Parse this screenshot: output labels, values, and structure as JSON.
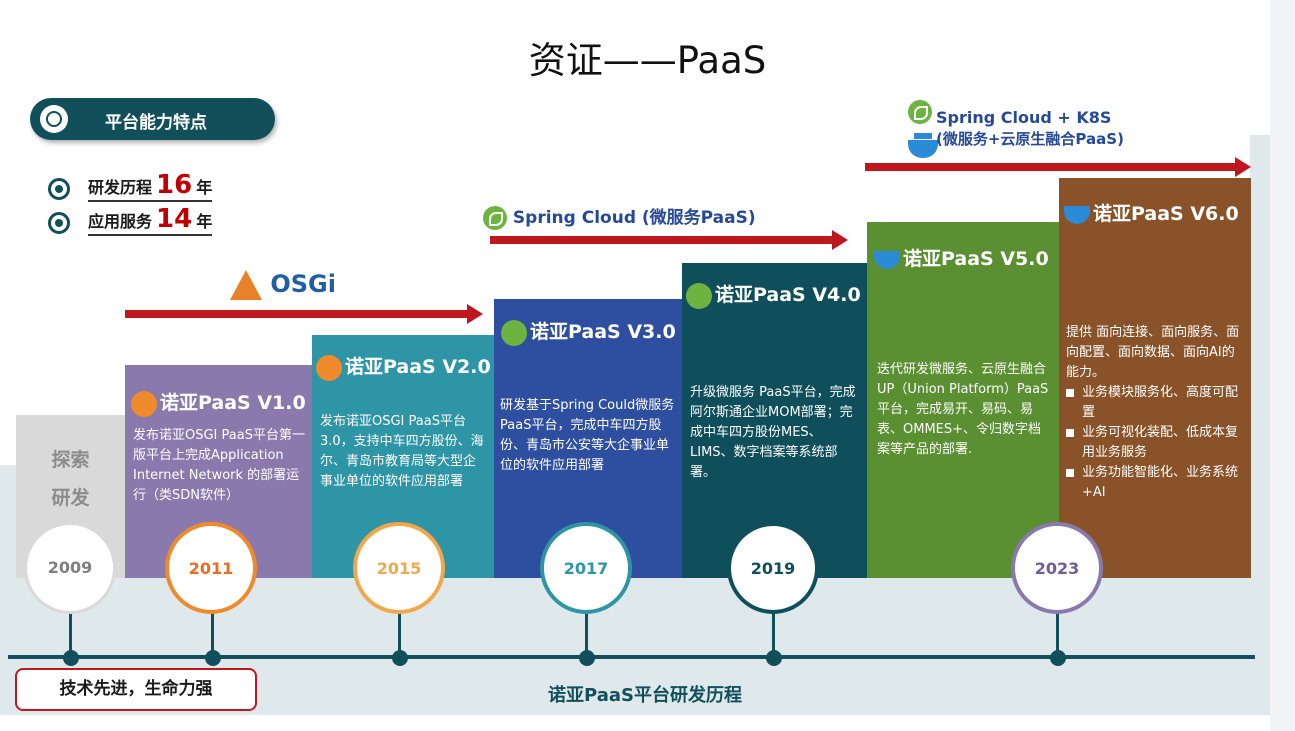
{
  "title": "资证——PaaS",
  "feature_pill": "平台能力特点",
  "stats": [
    {
      "label": "研发历程",
      "value": "16",
      "unit": "年"
    },
    {
      "label": "应用服务",
      "value": "14",
      "unit": "年"
    }
  ],
  "tech_labels": {
    "osgi": "OSGi",
    "spring_cloud": "Spring Cloud (微服务PaaS)",
    "spring_k8s_line1": "Spring Cloud + K8S",
    "spring_k8s_line2": "(微服务+云原生融合PaaS)"
  },
  "stages": [
    {
      "title": "探索\n研发",
      "desc": "",
      "year": "2009",
      "color": "#d9d9d9",
      "ring": "#d9d9d9",
      "year_color": "#7f7f7f"
    },
    {
      "title": "诺亚PaaS V1.0",
      "desc": "发布诺亚OSGI PaaS平台第一版平台上完成Application Internet Network 的部署运行（类SDN软件）",
      "year": "2011",
      "color": "#8a79ad",
      "ring": "#ef8a2c",
      "year_color": "#ef6a1c"
    },
    {
      "title": "诺亚PaaS V2.0",
      "desc": "发布诺亚OSGI PaaS平台3.0，支持中车四方股份、海尔、青岛市教育局等大型企事业单位的软件应用部署",
      "year": "2015",
      "color": "#2e95a6",
      "ring": "#f2a84a",
      "year_color": "#f2a84a"
    },
    {
      "title": "诺亚PaaS V3.0",
      "desc": "研发基于Spring Could微服务 PaaS平台，完成中车四方股份、青岛市公安等大企事业单位的软件应用部署",
      "year": "2017",
      "color": "#2e4ea0",
      "ring": "#2e95a6",
      "year_color": "#2e95a6"
    },
    {
      "title": "诺亚PaaS V4.0",
      "desc": "升级微服务 PaaS平台，完成阿尔斯通企业MOM部署；完成中车四方股份MES、LIMS、数字档案等系统部署。",
      "year": "2019",
      "color": "#0f4e5b",
      "ring": "#0f4e5b",
      "year_color": "#0f4e5b"
    },
    {
      "title": "诺亚PaaS V5.0",
      "desc": "迭代研发微服务、云原生融合UP（Union Platform）PaaS 平台，完成易开、易码、易表、OMMES+、令归数字档案等产品的部署.",
      "year": "2023",
      "color": "#5a8f32",
      "ring": "#8a79ad",
      "year_color": "#6e5e99"
    },
    {
      "title": "诺亚PaaS V6.0",
      "desc": "提供 面向连接、面向服务、面向配置、面向数据、面向AI的能力。",
      "bullets": [
        "业务模块服务化、高度可配置",
        "业务可视化装配、低成本复用业务服务",
        "业务功能智能化、业务系统+AI"
      ],
      "color": "#8a5228"
    }
  ],
  "motto": "技术先进，生命力强",
  "caption": "诺亚PaaS平台研发历程"
}
